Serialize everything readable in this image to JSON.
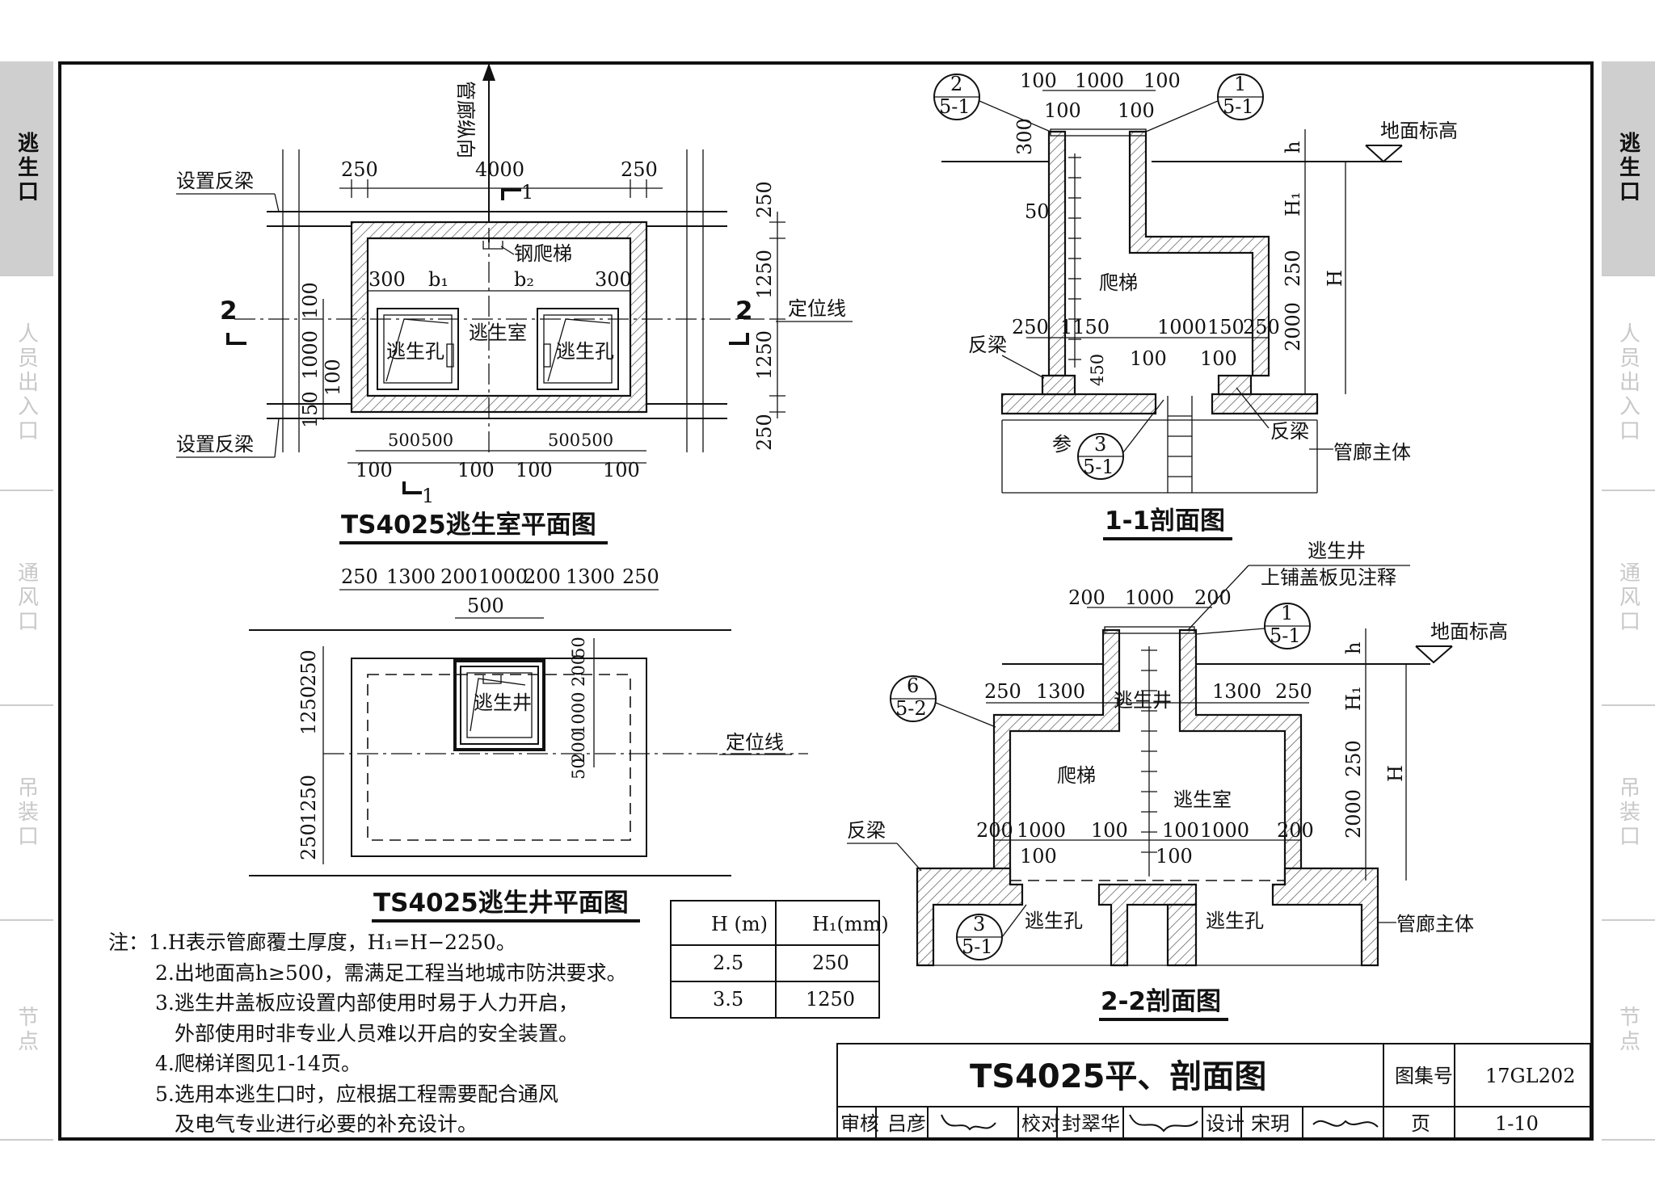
{
  "side_tabs": [
    {
      "label": "逃生口",
      "active": true,
      "side": "left"
    },
    {
      "label": "人员出入口",
      "active": false,
      "side": "left"
    },
    {
      "label": "通风口",
      "active": false,
      "side": "left"
    },
    {
      "label": "吊装口",
      "active": false,
      "side": "left"
    },
    {
      "label": "节点",
      "active": false,
      "side": "left"
    },
    {
      "label": "逃生口",
      "active": true,
      "side": "right"
    },
    {
      "label": "人员出入口",
      "active": false,
      "side": "right"
    },
    {
      "label": "通风口",
      "active": false,
      "side": "right"
    },
    {
      "label": "吊装口",
      "active": false,
      "side": "right"
    },
    {
      "label": "节点",
      "active": false,
      "side": "right"
    }
  ],
  "plan_room": {
    "caption": "TS4025逃生室平面图",
    "direction": "管廊纵向",
    "beam_label_top": "设置反梁",
    "beam_label_bottom": "设置反梁",
    "ladder": "钢爬梯",
    "room": "逃生室",
    "hole_left": "逃生孔",
    "hole_right": "逃生孔",
    "locator": "定位线",
    "section_1": "1",
    "section_2": "2",
    "dims_top": [
      "250",
      "4000",
      "250"
    ],
    "dims_inner": [
      "300",
      "b₁",
      "b₂",
      "300"
    ],
    "dims_right": [
      "250",
      "1250",
      "1250",
      "250"
    ],
    "dims_left": [
      "100",
      "1000",
      "100",
      "150"
    ],
    "dims_bottom_a": [
      "500",
      "500",
      "500",
      "500"
    ],
    "dims_bottom_b": [
      "100",
      "100",
      "100",
      "100"
    ]
  },
  "plan_well": {
    "caption": "TS4025逃生井平面图",
    "well": "逃生井",
    "locator": "定位线",
    "dims_top": [
      "250",
      "1300",
      "200",
      "1000",
      "200",
      "1300",
      "250"
    ],
    "dim_500": "500",
    "dims_left": [
      "250",
      "1250",
      "1250",
      "250"
    ],
    "dims_right": [
      "50",
      "200",
      "1000",
      "200",
      "50"
    ]
  },
  "section_1_1": {
    "caption": "1-1剖面图",
    "ref_left": {
      "top": "2",
      "bottom": "5-1"
    },
    "ref_right": {
      "top": "1",
      "bottom": "5-1"
    },
    "ref_bottom": {
      "top": "3",
      "bottom": "5-1",
      "prefix": "参"
    },
    "dims_top": [
      "100",
      "1000",
      "100"
    ],
    "dims_top_b": [
      "100",
      "100"
    ],
    "dim_300": "300",
    "dim_50": "50",
    "ground": "地面标高",
    "h": "h",
    "H1": "H₁",
    "H": "H",
    "dims_right": [
      "250",
      "2000"
    ],
    "ladder": "爬梯",
    "beam_left": "反梁",
    "beam_right": "反梁",
    "body": "管廊主体",
    "dims_mid": [
      "250",
      "1150",
      "1000",
      "150",
      "250"
    ],
    "dims_mid_b": [
      "100",
      "100"
    ],
    "dim_450": "450"
  },
  "section_2_2": {
    "caption": "2-2剖面图",
    "well_note_1": "逃生井",
    "well_note_2": "上铺盖板见注释",
    "dims_top": [
      "200",
      "1000",
      "200"
    ],
    "ref_top": {
      "top": "1",
      "bottom": "5-1"
    },
    "ref_left": {
      "top": "6",
      "bottom": "5-2"
    },
    "ref_bottom": {
      "top": "3",
      "bottom": "5-1"
    },
    "ground": "地面标高",
    "h": "h",
    "H1": "H₁",
    "H": "H",
    "dims_right": [
      "250",
      "2000"
    ],
    "dims_upper": [
      "250",
      "1300",
      "1300",
      "250"
    ],
    "well_label": "逃生井",
    "ladder": "爬梯",
    "room": "逃生室",
    "beam": "反梁",
    "body": "管廊主体",
    "dims_lower": [
      "200",
      "1000",
      "100",
      "100",
      "1000",
      "200"
    ],
    "dims_lower_b": [
      "100",
      "100"
    ],
    "hole_left": "逃生孔",
    "hole_right": "逃生孔"
  },
  "table": {
    "headers": [
      "H (m)",
      "H₁(mm)"
    ],
    "rows": [
      [
        "2.5",
        "250"
      ],
      [
        "3.5",
        "1250"
      ]
    ]
  },
  "notes": [
    "注：1.H表示管廊覆土厚度，H₁=H−2250。",
    "2.出地面高h≥500，需满足工程当地城市防洪要求。",
    "3.逃生井盖板应设置内部使用时易于人力开启，",
    "外部使用时非专业人员难以开启的安全装置。",
    "4.爬梯详图见1-14页。",
    "5.选用本逃生口时，应根据工程需要配合通风",
    "及电气专业进行必要的补充设计。"
  ],
  "title_block": {
    "title": "TS4025平、剖面图",
    "atlas_label": "图集号",
    "atlas_no": "17GL202",
    "review_label": "审核",
    "reviewer": "吕彦",
    "check_label": "校对",
    "checker": "封翠华",
    "design_label": "设计",
    "designer": "宋玥",
    "page_label": "页",
    "page_no": "1-10"
  }
}
